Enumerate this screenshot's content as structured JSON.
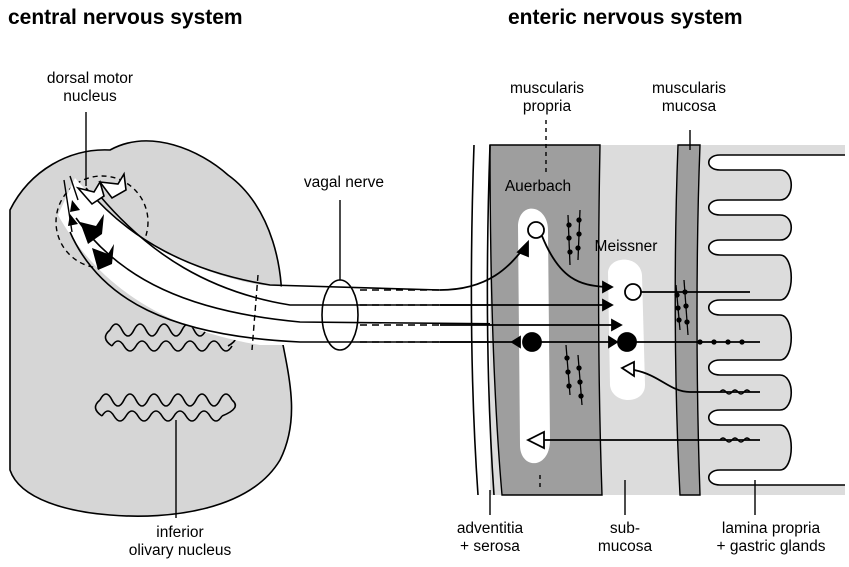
{
  "titles": {
    "left": "central nervous system",
    "right": "enteric nervous system"
  },
  "labels": {
    "dorsal_motor": [
      "dorsal motor",
      "nucleus"
    ],
    "vagal_nerve": "vagal nerve",
    "inferior_olivary": [
      "inferior",
      "olivary nucleus"
    ],
    "muscularis_propria": [
      "muscularis",
      "propria"
    ],
    "muscularis_mucosa": [
      "muscularis",
      "mucosa"
    ],
    "auerbach": "Auerbach",
    "meissner": "Meissner",
    "adventitia": [
      "adventitia",
      "+ serosa"
    ],
    "submucosa": [
      "sub-",
      "mucosa"
    ],
    "lamina_propria": [
      "lamina propria",
      "+ gastric glands"
    ]
  },
  "colors": {
    "brain_fill": "#d6d6d6",
    "muscle_dark": "#9e9e9e",
    "tissue_light": "#dcdcdc",
    "plexus_white": "#ffffff",
    "line": "#000000"
  }
}
